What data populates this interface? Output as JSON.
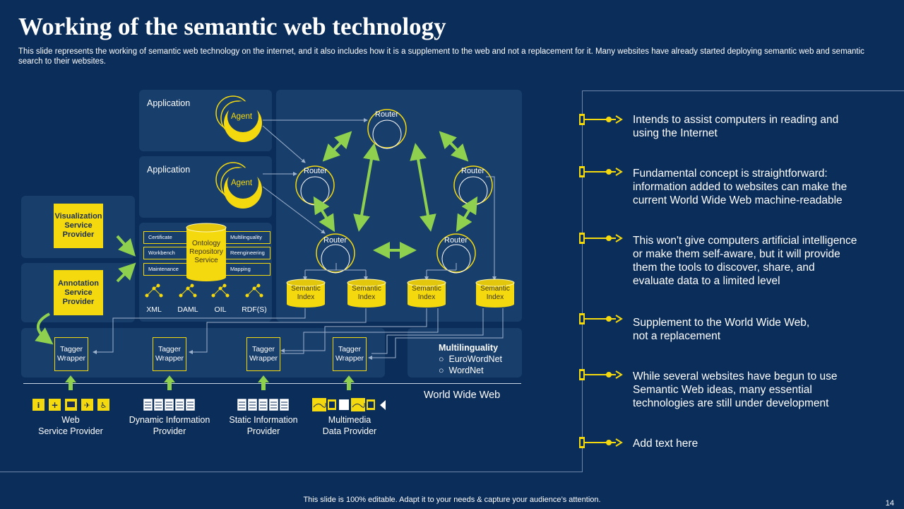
{
  "title": "Working of the semantic web technology",
  "subtitle": "This slide represents the working of semantic web technology on the internet, and it also includes how it is a supplement to the web and not a replacement for it.  Many websites have already started deploying semantic web and semantic search to their websites.",
  "diagram": {
    "app1": "Application",
    "app2": "Application",
    "agent": "Agent",
    "router": "Router",
    "semantic_index": "Semantic Index",
    "viz_provider": "Visualization Service Provider",
    "annotation_provider": "Annotation Service Provider",
    "ontology": "Ontology Repository Service",
    "onto_left": [
      "Certificate",
      "Workbench",
      "Maintenance"
    ],
    "onto_right": [
      "Multilinguality",
      "Reengineering",
      "Mapping"
    ],
    "langs": [
      "XML",
      "DAML",
      "OIL",
      "RDF(S)"
    ],
    "tagger": "Tagger Wrapper",
    "multilinguality_title": "Multilinguality",
    "multilinguality_items": [
      "EuroWordNet",
      "WordNet"
    ],
    "www": "World Wide Web",
    "providers": [
      "Web\nService Provider",
      "Dynamic Information\nProvider",
      "Static Information\nProvider",
      "Multimedia\nData Provider"
    ]
  },
  "bullets": [
    "Intends to assist computers in reading and using the Internet",
    "Fundamental concept is straightforward: information added to websites can make the current World Wide Web machine-readable",
    "This won't give computers artificial intelligence or make them self-aware, but it will provide them the tools to discover, share, and evaluate data to a limited level",
    "Supplement to the World Wide Web, not a replacement",
    "While several websites have begun to use Semantic Web ideas, many essential technologies are still under development",
    "Add text here"
  ],
  "footer": "This slide is 100% editable. Adapt it to your needs & capture your audience’s attention.",
  "page_number": "14",
  "colors": {
    "background": "#0b2d59",
    "panel": "#183e6b",
    "accent_yellow": "#f5d90f",
    "accent_green": "#8fd14f",
    "line": "#7f9bc0"
  }
}
